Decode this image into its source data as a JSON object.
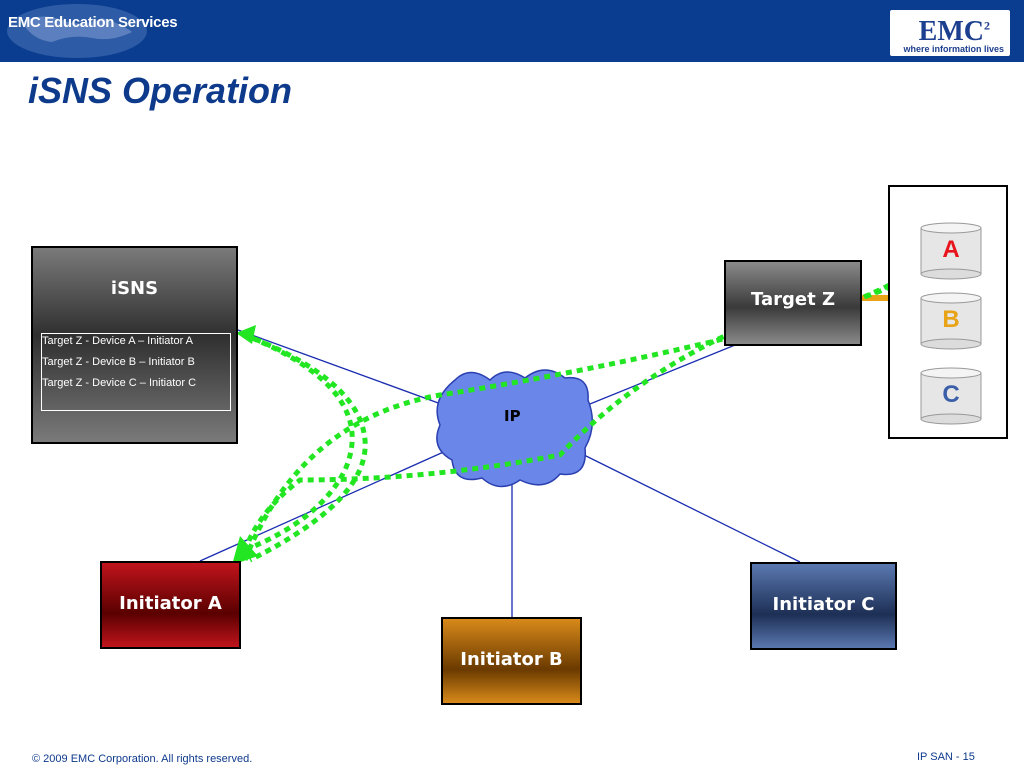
{
  "header": {
    "edu_logo_text": "EMC Education Services",
    "emc_logo": "EMC",
    "emc_logo_sup": "2",
    "emc_tagline": "where information lives"
  },
  "title": "iSNS Operation",
  "isns": {
    "label": "iSNS",
    "table": [
      "Target Z - Device A – Initiator A",
      "Target Z - Device B – Initiator B",
      "Target Z - Device C – Initiator C"
    ]
  },
  "network": {
    "label": "IP"
  },
  "target": {
    "label": "Target Z"
  },
  "storage": {
    "devices": [
      {
        "label": "A",
        "color": "#e8141c"
      },
      {
        "label": "B",
        "color": "#e8a317"
      },
      {
        "label": "C",
        "color": "#3a5fa8"
      }
    ]
  },
  "initiators": [
    {
      "label": "Initiator A"
    },
    {
      "label": "Initiator B"
    },
    {
      "label": "Initiator C"
    }
  ],
  "footer": {
    "copyright": "© 2009 EMC Corporation. All rights reserved.",
    "page": "IP SAN - 15"
  },
  "colors": {
    "header_bg": "#0a3d8f",
    "title": "#0e3a8c",
    "path": "#22e622",
    "link_line": "#1a2db0",
    "cloud": "#6a86e8"
  }
}
